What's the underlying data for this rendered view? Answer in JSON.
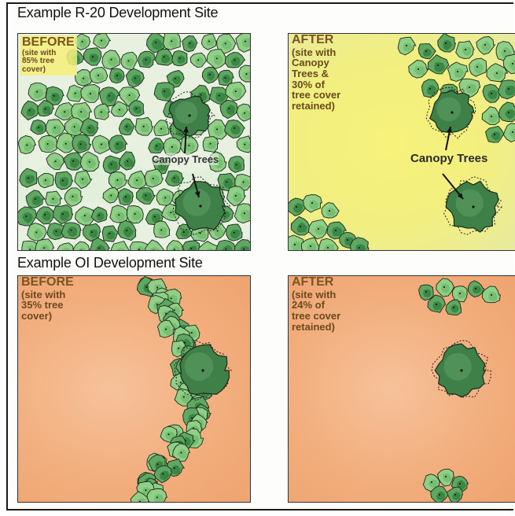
{
  "section1": {
    "title": "Example R-20 Development Site",
    "before": {
      "heading": "BEFORE",
      "text": "(site with\n85% tree\ncover)"
    },
    "after": {
      "heading": "AFTER",
      "text": "(site with\nCanopy\nTrees &\n30% of\ntree cover\nretained)"
    },
    "canopy_label_before": "Canopy Trees",
    "canopy_label_after": "Canopy Trees"
  },
  "section2": {
    "title": "Example OI Development Site",
    "before": {
      "heading": "BEFORE",
      "text": "(site with\n35% tree\ncover)"
    },
    "after": {
      "heading": "AFTER",
      "text": "(site with\n24% of\ntree cover\nretained)"
    }
  },
  "colors": {
    "yellow_field": "#f4f07a",
    "orange_field": "#f3b07e",
    "tree_light": "#8fcf86",
    "tree_dark": "#2f7a3c",
    "canopy": "#3f7f48",
    "caption_brown": "#7a5422"
  }
}
